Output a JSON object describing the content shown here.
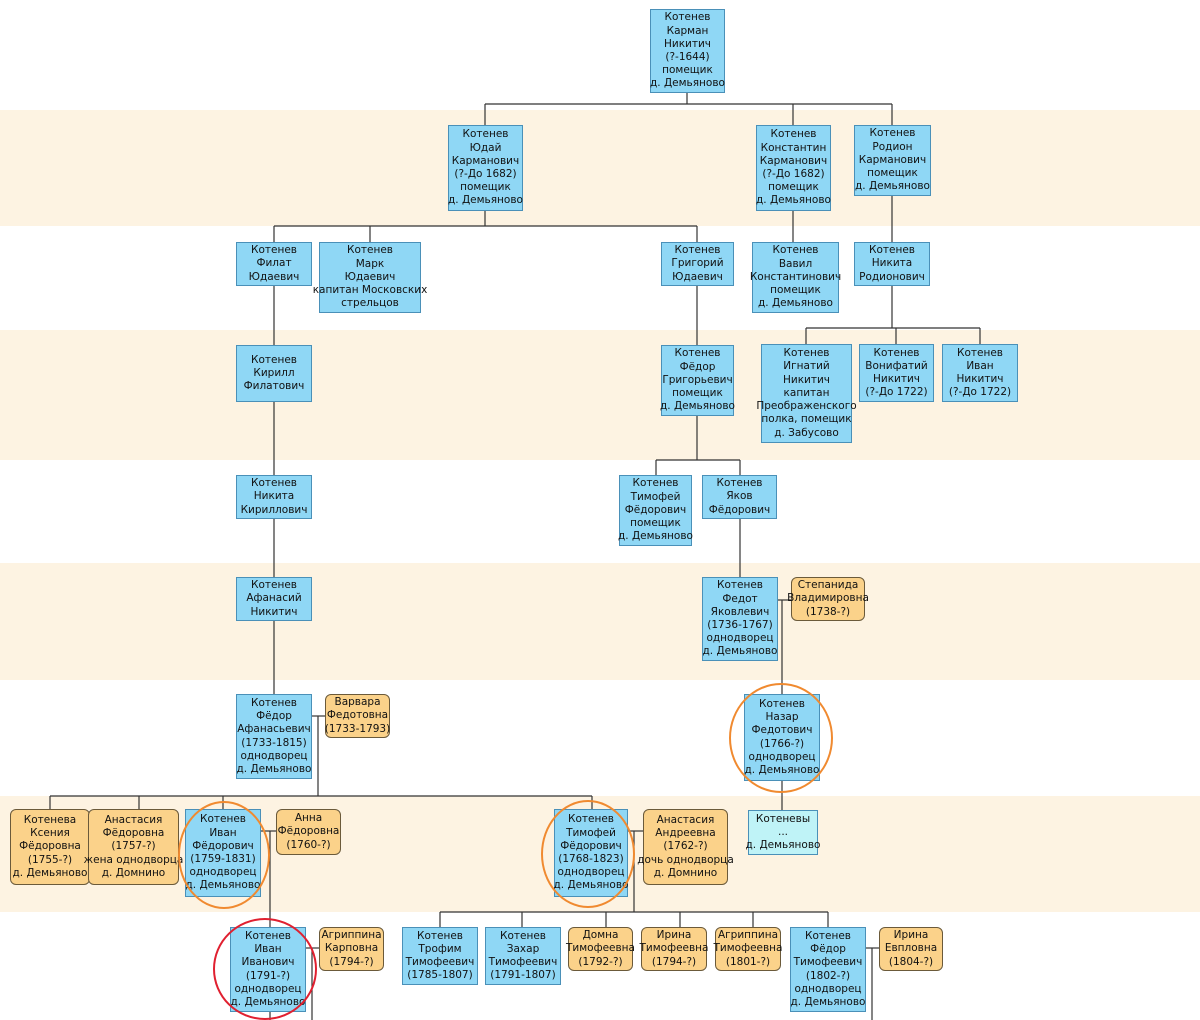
{
  "colors": {
    "male": "#8fd7f5",
    "female": "#fbd28a",
    "group": "#bff3f7",
    "band": "#fdf3e2",
    "highlight": "#f08a30",
    "selected": "#e02030"
  },
  "people": {
    "karman": [
      "Котенев",
      "Карман",
      "Никитич",
      "(?-1644)",
      "помещик",
      "д. Демьяново"
    ],
    "yuday": [
      "Котенев",
      "Юдай",
      "Карманович",
      "(?-До 1682)",
      "помещик",
      "д. Демьяново"
    ],
    "konstantin": [
      "Котенев",
      "Константин",
      "Карманович",
      "(?-До 1682)",
      "помещик",
      "д. Демьяново"
    ],
    "rodion": [
      "Котенев",
      "Родион",
      "Карманович",
      "помещик",
      "д. Демьяново"
    ],
    "filat": [
      "Котенев",
      "Филат",
      "Юдаевич"
    ],
    "mark": [
      "Котенев",
      "Марк",
      "Юдаевич",
      "капитан Московских",
      "стрельцов"
    ],
    "grigoriy": [
      "Котенев",
      "Григорий",
      "Юдаевич"
    ],
    "vavil": [
      "Котенев",
      "Вавил",
      "Константинович",
      "помещик",
      "д. Демьяново"
    ],
    "nikita_r": [
      "Котенев",
      "Никита",
      "Родионович"
    ],
    "kirill": [
      "Котенев",
      "Кирилл",
      "Филатович"
    ],
    "fedor_g": [
      "Котенев",
      "Фёдор",
      "Григорьевич",
      "помещик",
      "д. Демьяново"
    ],
    "ignatiy": [
      "Котенев",
      "Игнатий",
      "Никитич",
      "капитан",
      "Преображенского",
      "полка, помещик",
      "д. Забусово"
    ],
    "vonifatiy": [
      "Котенев",
      "Вонифатий",
      "Никитич",
      "(?-До 1722)"
    ],
    "ivan_n": [
      "Котенев",
      "Иван",
      "Никитич",
      "(?-До 1722)"
    ],
    "nikita_k": [
      "Котенев",
      "Никита",
      "Кириллович"
    ],
    "timofey_f1": [
      "Котенев",
      "Тимофей",
      "Фёдорович",
      "помещик",
      "д. Демьяново"
    ],
    "yakov": [
      "Котенев",
      "Яков",
      "Фёдорович"
    ],
    "afanasiy": [
      "Котенев",
      "Афанасий",
      "Никитич"
    ],
    "fedot": [
      "Котенев",
      "Федот",
      "Яковлевич",
      "(1736-1767)",
      "однодворец",
      "д. Демьяново"
    ],
    "stepanida": [
      "Степанида",
      "Владимировна",
      "(1738-?)"
    ],
    "fedor_a": [
      "Котенев",
      "Фёдор",
      "Афанасьевич",
      "(1733-1815)",
      "однодворец",
      "д. Демьяново"
    ],
    "varvara": [
      "Варвара",
      "Федотовна",
      "(1733-1793)"
    ],
    "nazar": [
      "Котенев",
      "Назар",
      "Федотович",
      "(1766-?)",
      "однодворец",
      "д. Демьяново"
    ],
    "kseniya": [
      "Котенева",
      "Ксения",
      "Фёдоровна",
      "(1755-?)",
      "д. Демьяново"
    ],
    "anastasiya_f": [
      "Анастасия",
      "Фёдоровна",
      "(1757-?)",
      "жена однодворца",
      "д. Домнино"
    ],
    "ivan_f": [
      "Котенев",
      "Иван",
      "Фёдорович",
      "(1759-1831)",
      "однодворец",
      "д. Демьяново"
    ],
    "anna": [
      "Анна",
      "Фёдоровна",
      "(1760-?)"
    ],
    "timofey_f2": [
      "Котенев",
      "Тимофей",
      "Фёдорович",
      "(1768-1823)",
      "однодворец",
      "д. Демьяново"
    ],
    "anastasiya_a": [
      "Анастасия",
      "Андреевна",
      "(1762-?)",
      "дочь однодворца",
      "д. Домнино"
    ],
    "kotenevy": [
      "Котеневы",
      "...",
      "д. Демьяново"
    ],
    "ivan_i": [
      "Котенев",
      "Иван",
      "Иванович",
      "(1791-?)",
      "однодворец",
      "д. Демьяново"
    ],
    "agrippina_k": [
      "Агриппина",
      "Карповна",
      "(1794-?)"
    ],
    "trofim": [
      "Котенев",
      "Трофим",
      "Тимофеевич",
      "(1785-1807)"
    ],
    "zakhar": [
      "Котенев",
      "Захар",
      "Тимофеевич",
      "(1791-1807)"
    ],
    "domna": [
      "Домна",
      "Тимофеевна",
      "(1792-?)"
    ],
    "irina_t": [
      "Ирина",
      "Тимофеевна",
      "(1794-?)"
    ],
    "agrippina_t": [
      "Агриппина",
      "Тимофеевна",
      "(1801-?)"
    ],
    "fedor_t": [
      "Котенев",
      "Фёдор",
      "Тимофеевич",
      "(1802-?)",
      "однодворец",
      "д. Демьяново"
    ],
    "irina_e": [
      "Ирина",
      "Евпловна",
      "(1804-?)"
    ]
  }
}
